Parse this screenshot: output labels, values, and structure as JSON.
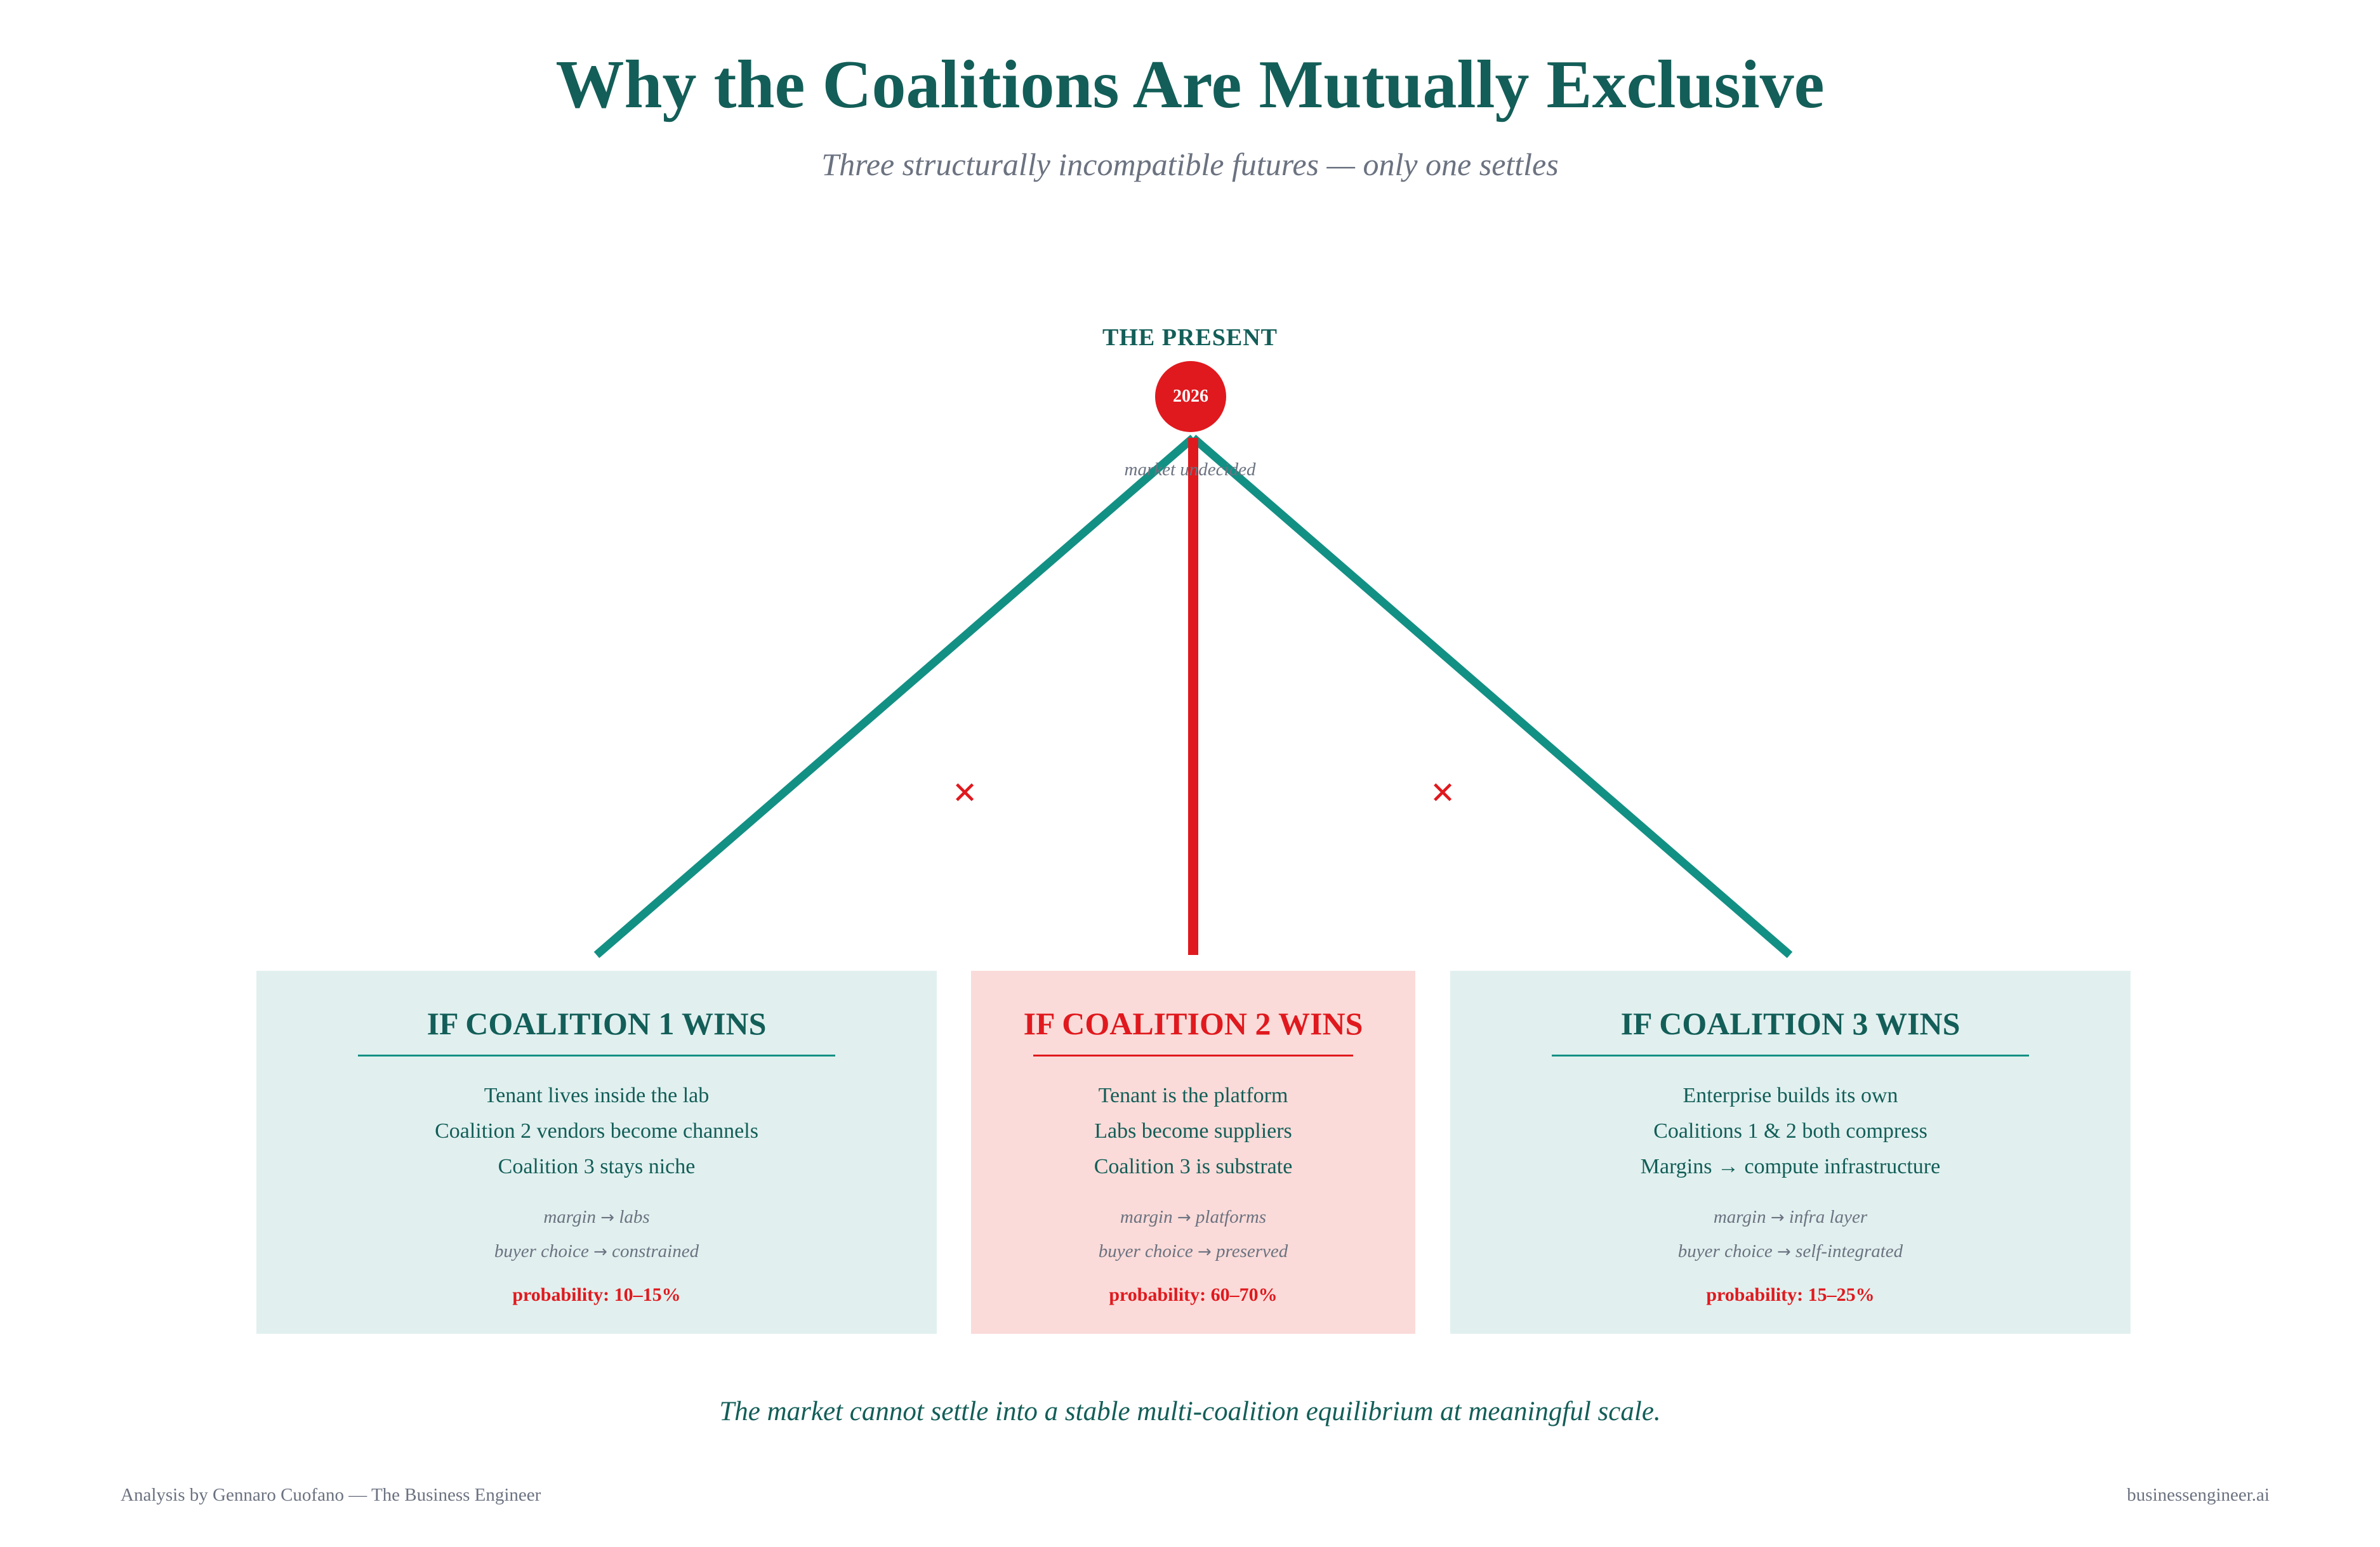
{
  "title": "Why the Coalitions Are Mutually Exclusive",
  "subtitle": "Three structurally incompatible futures — only one settles",
  "present": {
    "label": "THE PRESENT",
    "year": "2026",
    "note": "market undecided"
  },
  "colors": {
    "teal": "#139084",
    "dark_teal": "#135e58",
    "red": "#e0191e",
    "gray": "#6b7280"
  },
  "branch_blocked_icon": "cross-icon",
  "cards": [
    {
      "heading": "IF COALITION 1 WINS",
      "lines": [
        "Tenant lives inside the lab",
        "Coalition 2 vendors become channels",
        "Coalition 3 stays niche"
      ],
      "meta": [
        {
          "key": "margin",
          "arrow": "→",
          "value": "labs"
        },
        {
          "key": "buyer choice",
          "arrow": "→",
          "value": "constrained"
        }
      ],
      "probability": "probability: 10–15%"
    },
    {
      "heading": "IF COALITION 2 WINS",
      "lines": [
        "Tenant is the platform",
        "Labs become suppliers",
        "Coalition 3 is substrate"
      ],
      "meta": [
        {
          "key": "margin",
          "arrow": "→",
          "value": "platforms"
        },
        {
          "key": "buyer choice",
          "arrow": "→",
          "value": "preserved"
        }
      ],
      "probability": "probability: 60–70%"
    },
    {
      "heading": "IF COALITION 3 WINS",
      "lines": [
        "Enterprise builds its own",
        "Coalitions 1 & 2 both compress",
        "Margins → compute infrastructure"
      ],
      "meta": [
        {
          "key": "margin",
          "arrow": "→",
          "value": "infra layer"
        },
        {
          "key": "buyer choice",
          "arrow": "→",
          "value": "self-integrated"
        }
      ],
      "probability": "probability: 15–25%"
    }
  ],
  "conclusion": "The market cannot settle into a stable multi-coalition equilibrium at meaningful scale.",
  "footer": {
    "credit": "Analysis by Gennaro Cuofano — The Business Engineer",
    "site": "businessengineer.ai"
  }
}
